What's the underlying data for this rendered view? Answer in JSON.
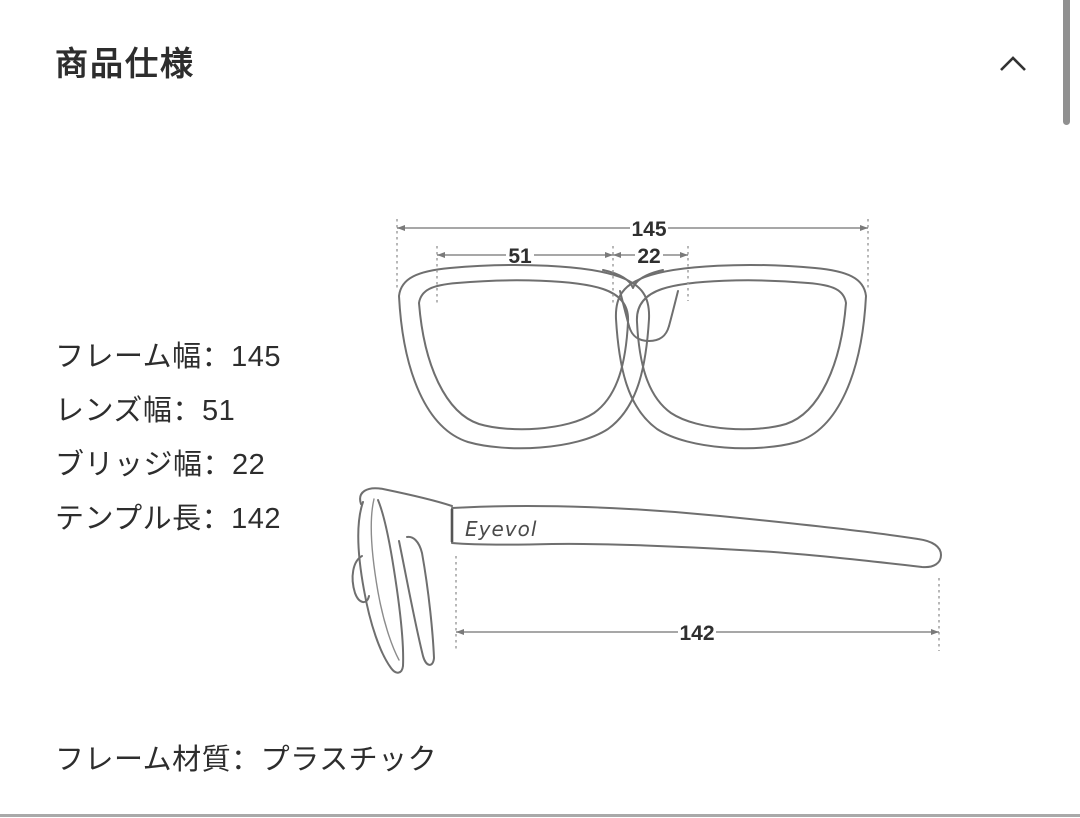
{
  "header": {
    "title": "商品仕様",
    "collapse_icon": "chevron-up"
  },
  "specs": {
    "separator": "：",
    "items": [
      {
        "label": "フレーム幅",
        "value": "145"
      },
      {
        "label": "レンズ幅",
        "value": "51"
      },
      {
        "label": "ブリッジ幅",
        "value": "22"
      },
      {
        "label": "テンプル長",
        "value": "142"
      }
    ]
  },
  "material": {
    "label": "フレーム材質",
    "value": "プラスチック"
  },
  "diagram": {
    "front_view": {
      "frame_width": "145",
      "lens_width": "51",
      "bridge_width": "22"
    },
    "side_view": {
      "temple_length": "142",
      "brand": "Eyevol"
    }
  },
  "colors": {
    "text": "#2d2d2d",
    "sketch_line": "#6f6f6f",
    "dimension_line": "#8a8a8a",
    "scrollbar_thumb": "#909090",
    "bottom_divider": "#a9a9a9"
  }
}
